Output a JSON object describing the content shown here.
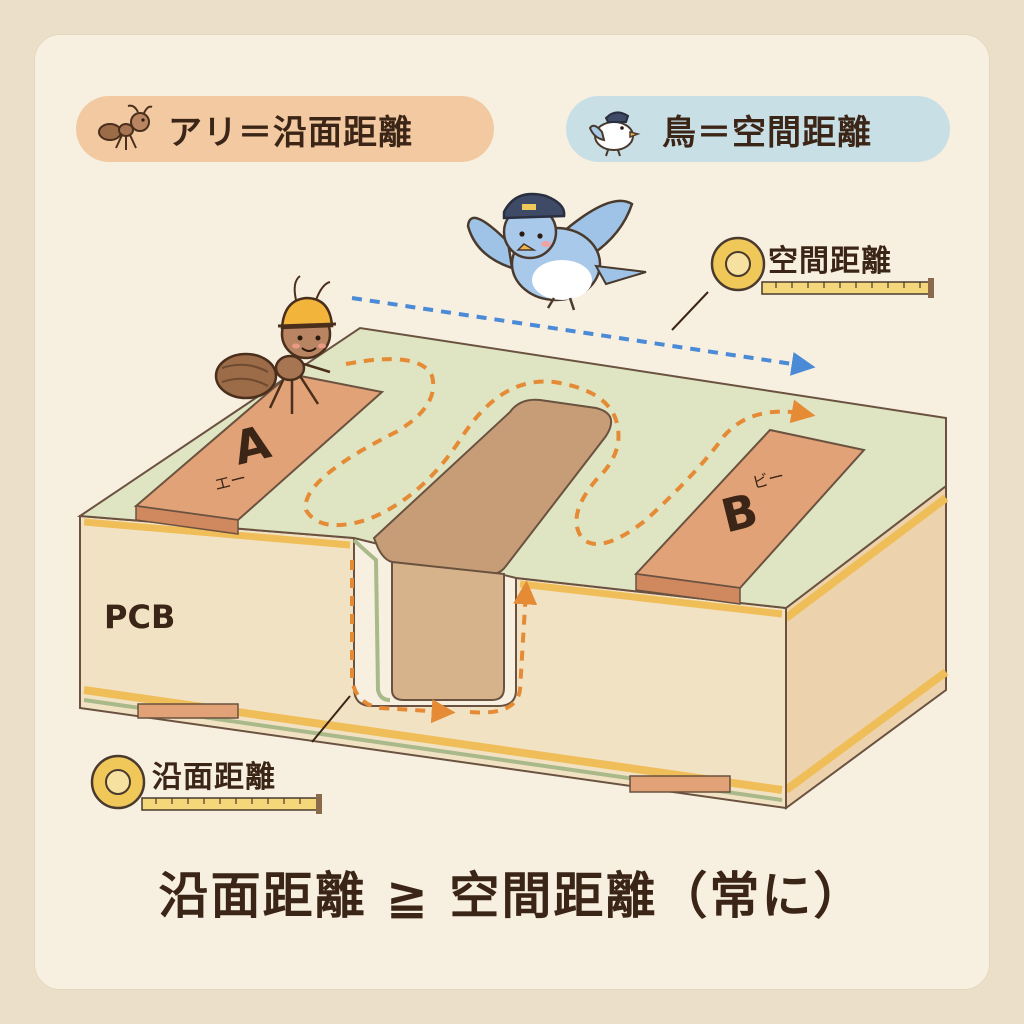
{
  "legend": {
    "ant": {
      "text": "アリ＝沿面距離",
      "icon": "ant-icon",
      "color": "#f2c9a1"
    },
    "bird": {
      "text": "鳥＝空間距離",
      "icon": "bird-icon",
      "color": "#c8dfe6"
    }
  },
  "labels": {
    "air_gap": "空間距離",
    "creepage": "沿面距離",
    "board": "PCB"
  },
  "pads": {
    "a": {
      "letter": "A",
      "reading": "エー"
    },
    "b": {
      "letter": "B",
      "reading": "ビー"
    }
  },
  "formula": "沿面距離 ≧ 空間距離（常に）",
  "colors": {
    "creepage_path": "#e58a35",
    "air_path": "#4a8ad6",
    "copper_pad": "#e2a277",
    "board_top": "#dfe5c2",
    "board_side": "#f1e1c4"
  }
}
